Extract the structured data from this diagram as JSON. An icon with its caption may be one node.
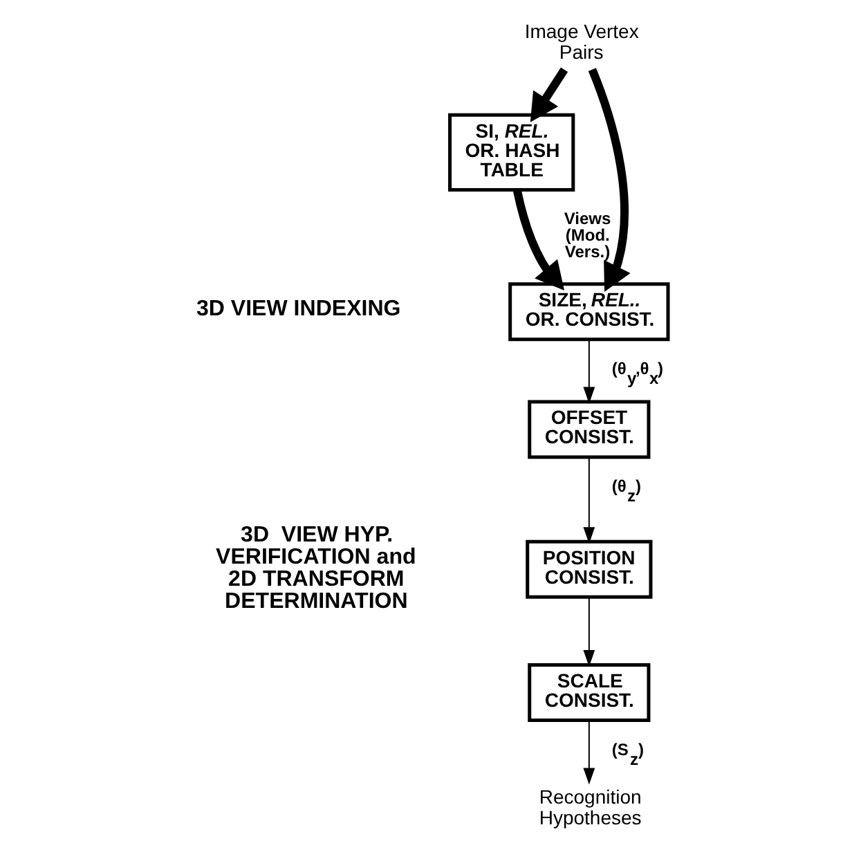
{
  "diagram": {
    "nodes": [
      {
        "text": [
          "Image Vertex Pairs"
        ]
      },
      {
        "text": [
          "SI, *REL.* OR. HASH TABLE"
        ]
      },
      {
        "text": [
          "SIZE, *REL..* OR. CONSIST."
        ]
      },
      {
        "text": [
          "OFFSET CONSIST."
        ]
      },
      {
        "text": [
          "POSITION CONSIST."
        ]
      },
      {
        "text": [
          "SCALE CONSIST."
        ]
      },
      {
        "text": [
          "Recognition Hypotheses"
        ]
      }
    ],
    "edges": [
      {
        "from": 0,
        "to": 2,
        "arrow": "to",
        "style": "thick"
      },
      {
        "from": 0,
        "to": 1,
        "arrow": "to",
        "style": "thick"
      },
      {
        "from": 1,
        "to": 2,
        "arrow": "to",
        "style": "thick",
        "label": "Views (Mod. Vers.)"
      },
      {
        "from": 2,
        "to": 3,
        "arrow": "to",
        "label": "(θ$_{y}$,θ$_{x}$)"
      },
      {
        "from": 3,
        "to": 4,
        "arrow": "to",
        "label": "(θ$_{z}$)"
      },
      {
        "from": 4,
        "to": 5,
        "arrow": "to"
      },
      {
        "from": 5,
        "to": 6,
        "arrow": "to",
        "label": "(S$_{z}$)"
      }
    ],
    "labels": [
      "3D VIEW INDEXING",
      "3D  VIEW HYP. VERIFICATION and 2D TRANSFORM DETERMINATION"
    ]
  }
}
